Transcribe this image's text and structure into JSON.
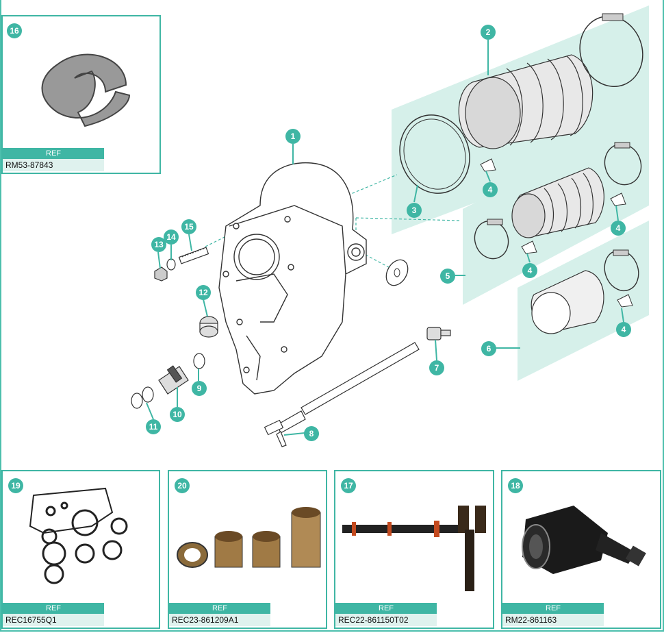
{
  "ref_label": "REF",
  "insets": [
    {
      "num": "16",
      "ref": "RM53-87843"
    },
    {
      "num": "19",
      "ref": "REC16755Q1"
    },
    {
      "num": "20",
      "ref": "REC23-861209A1"
    },
    {
      "num": "17",
      "ref": "REC22-861150T02"
    },
    {
      "num": "18",
      "ref": "RM22-861163"
    }
  ],
  "callouts": [
    "1",
    "2",
    "3",
    "4",
    "4",
    "4",
    "4",
    "5",
    "6",
    "7",
    "8",
    "9",
    "10",
    "11",
    "12",
    "13",
    "14",
    "15"
  ],
  "colors": {
    "accent": "#3fb6a4",
    "panel": "#d6f0ea"
  }
}
